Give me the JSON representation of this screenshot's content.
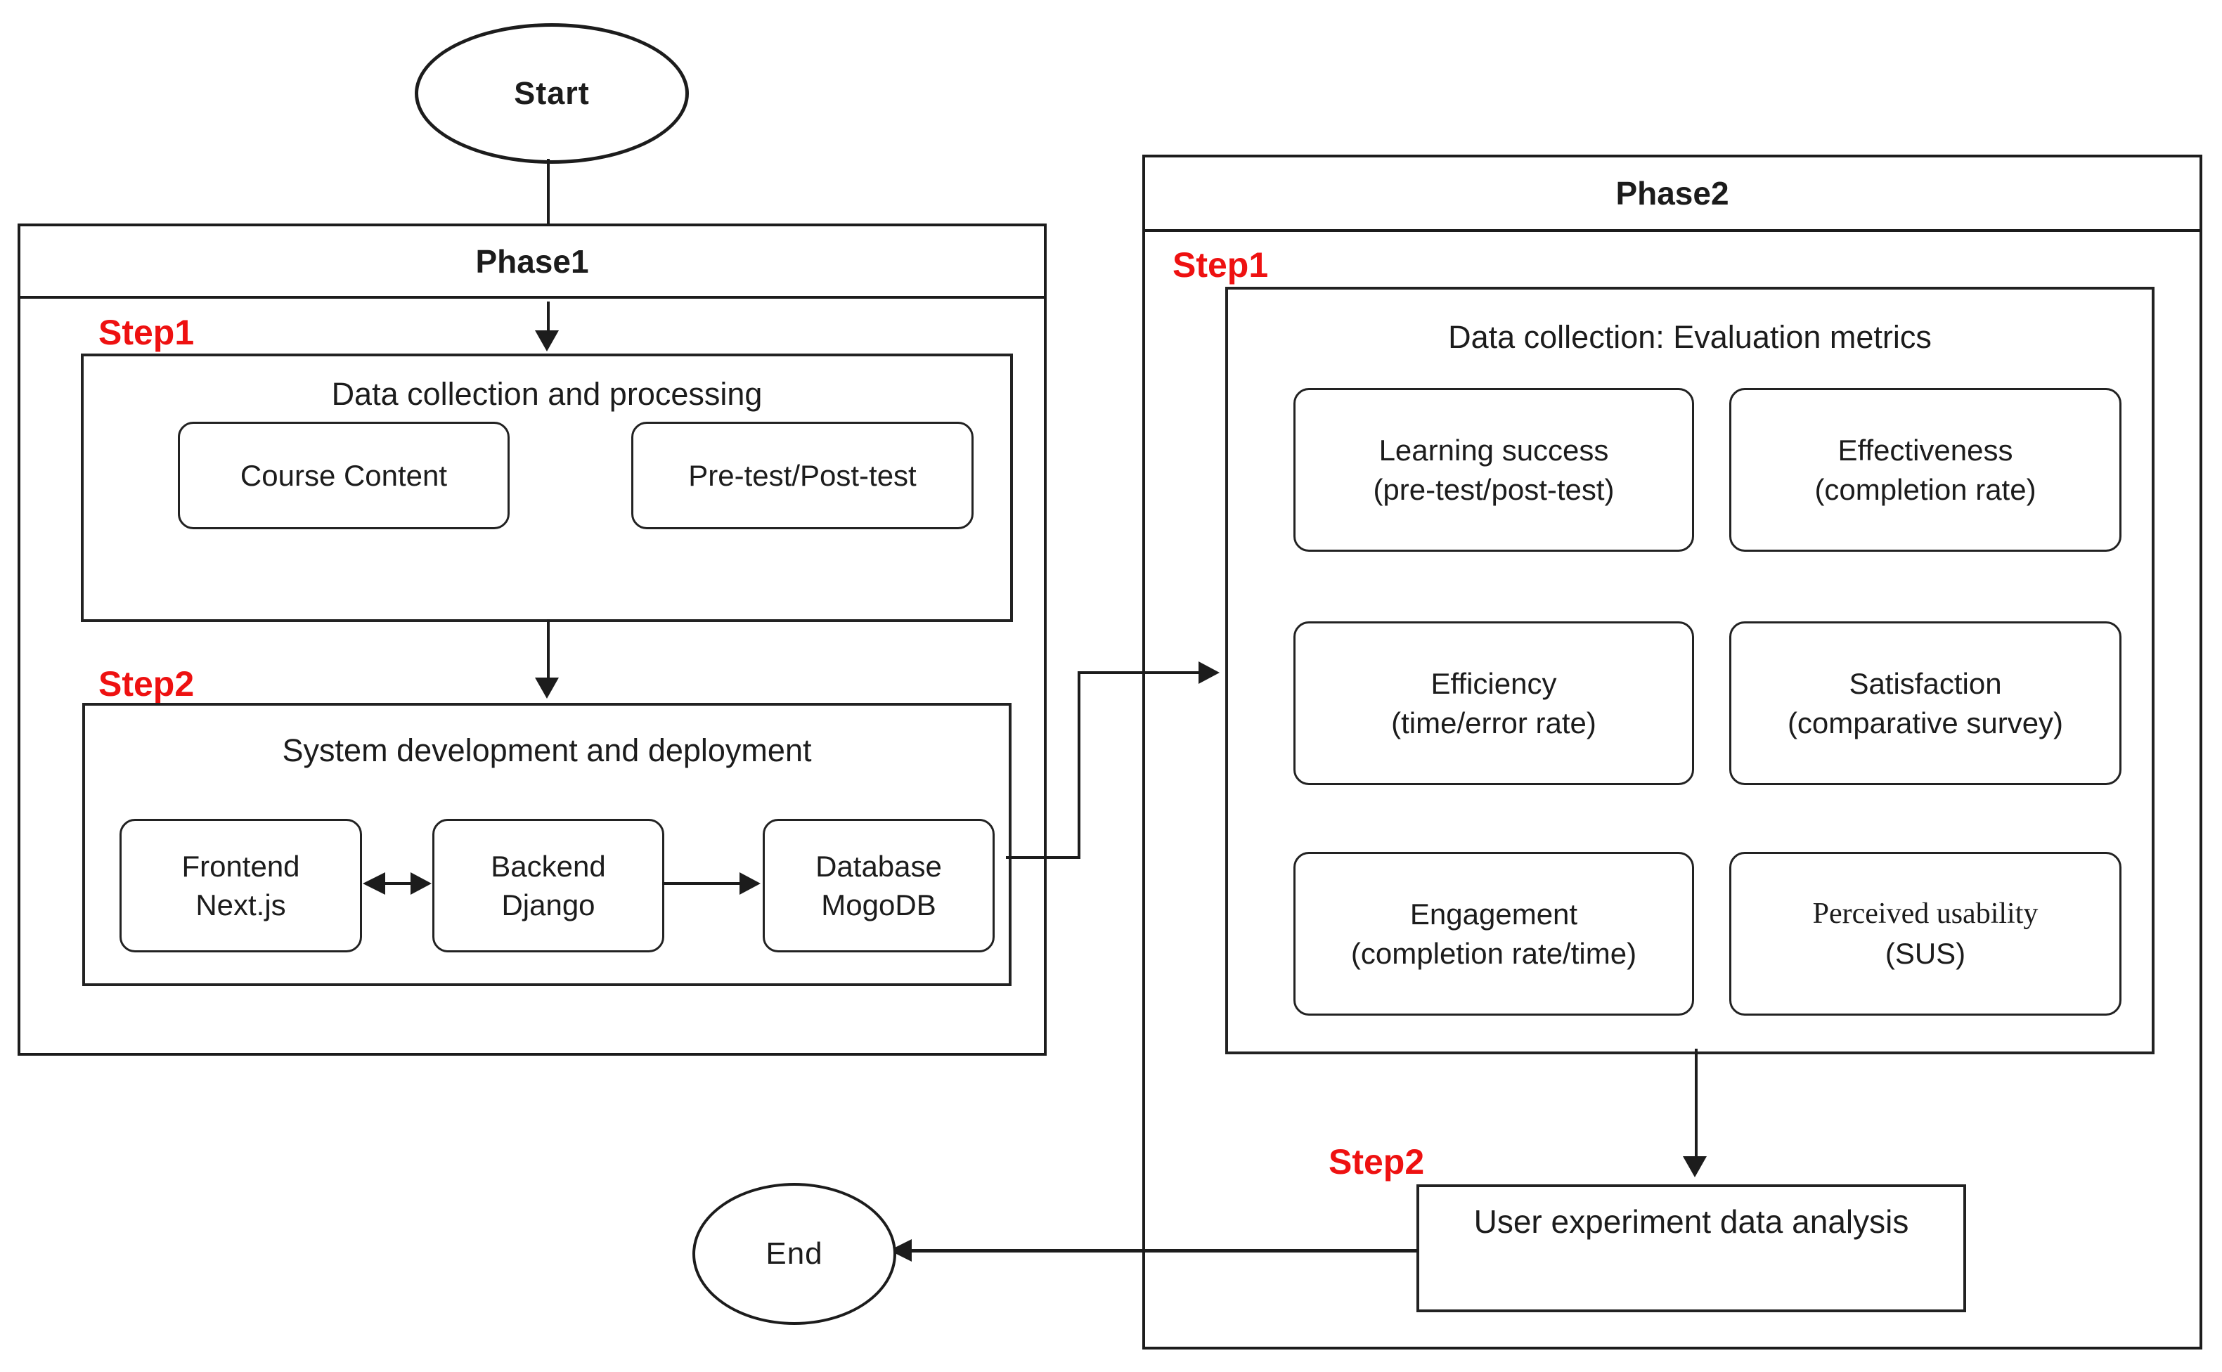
{
  "diagram": {
    "background": "#ffffff",
    "line_color": "#1c1c1c",
    "accent_red": "#ee1111",
    "start_label": "Start",
    "end_label": "End",
    "phase1": {
      "title": "Phase1",
      "step1_label": "Step1",
      "step1": {
        "title": "Data collection and processing",
        "items": [
          "Course Content",
          "Pre-test/Post-test"
        ]
      },
      "step2_label": "Step2",
      "step2": {
        "title": "System development and deployment",
        "items": [
          {
            "line1": "Frontend",
            "line2": "Next.js"
          },
          {
            "line1": "Backend",
            "line2": "Django"
          },
          {
            "line1": "Database",
            "line2": "MogoDB"
          }
        ]
      }
    },
    "phase2": {
      "title": "Phase2",
      "step1_label": "Step1",
      "step1": {
        "title": "Data collection: Evaluation metrics",
        "metrics": [
          {
            "line1": "Learning success",
            "line2": "(pre-test/post-test)"
          },
          {
            "line1": "Effectiveness",
            "line2": "(completion rate)"
          },
          {
            "line1": "Efficiency",
            "line2": "(time/error rate)"
          },
          {
            "line1": "Satisfaction",
            "line2": "(comparative survey)"
          },
          {
            "line1": "Engagement",
            "line2": "(completion rate/time)"
          },
          {
            "line1": "Perceived usability",
            "line2": "(SUS)"
          }
        ]
      },
      "step2_label": "Step2",
      "analysis_label": "User experiment data analysis"
    }
  }
}
